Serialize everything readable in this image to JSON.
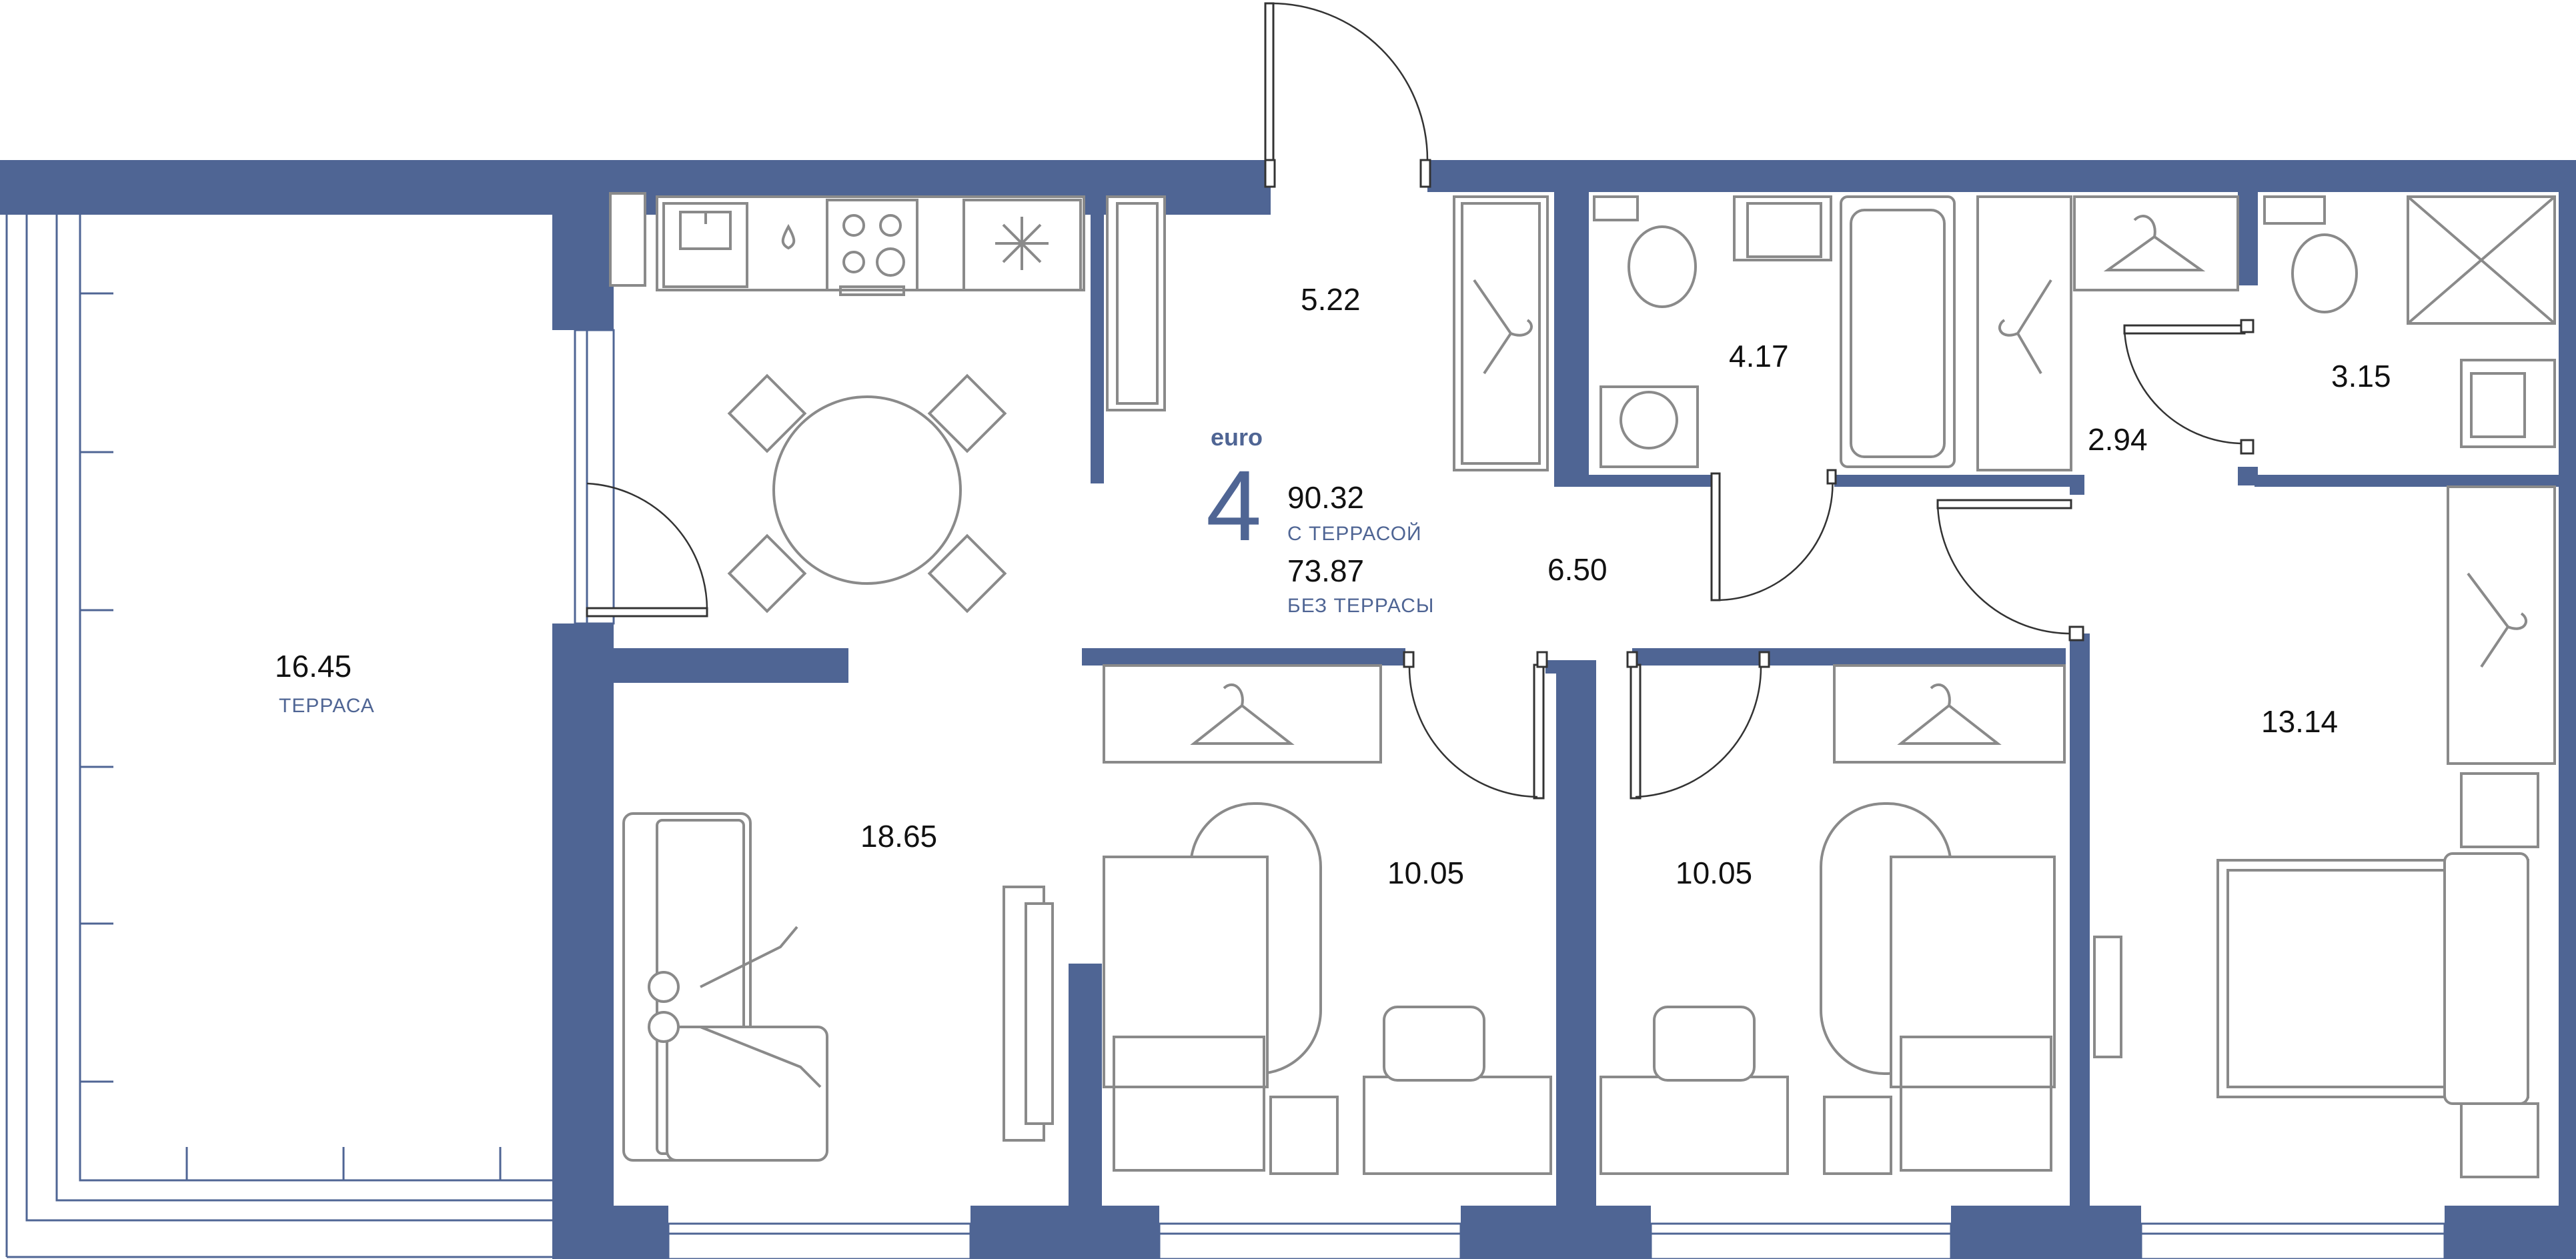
{
  "summary": {
    "brand": "euro",
    "rooms_count": "4",
    "area_with_terrace": "90.32",
    "with_terrace_label": "С ТЕРРАСОЙ",
    "area_without_terrace": "73.87",
    "without_terrace_label": "БЕЗ ТЕРРАСЫ"
  },
  "rooms": {
    "terrace": {
      "area": "16.45",
      "label": "ТЕРРАСА"
    },
    "living_kitchen": {
      "area": "18.65"
    },
    "entrance_hall": {
      "area": "5.22"
    },
    "hallway": {
      "area": "6.50"
    },
    "bathroom_main": {
      "area": "4.17"
    },
    "closet": {
      "area": "2.94"
    },
    "bathroom_master": {
      "area": "3.15"
    },
    "bedroom_1": {
      "area": "10.05"
    },
    "bedroom_2": {
      "area": "10.05"
    },
    "master_bedroom": {
      "area": "13.14"
    }
  },
  "colors": {
    "wall": "#4f6594",
    "furniture_stroke": "#8a8a8a",
    "accent_text": "#4f6594"
  },
  "icons": [
    "hanger-icon",
    "snowflake-icon",
    "water-drop-icon",
    "stove-icon",
    "window-icon",
    "door-swing-icon"
  ]
}
